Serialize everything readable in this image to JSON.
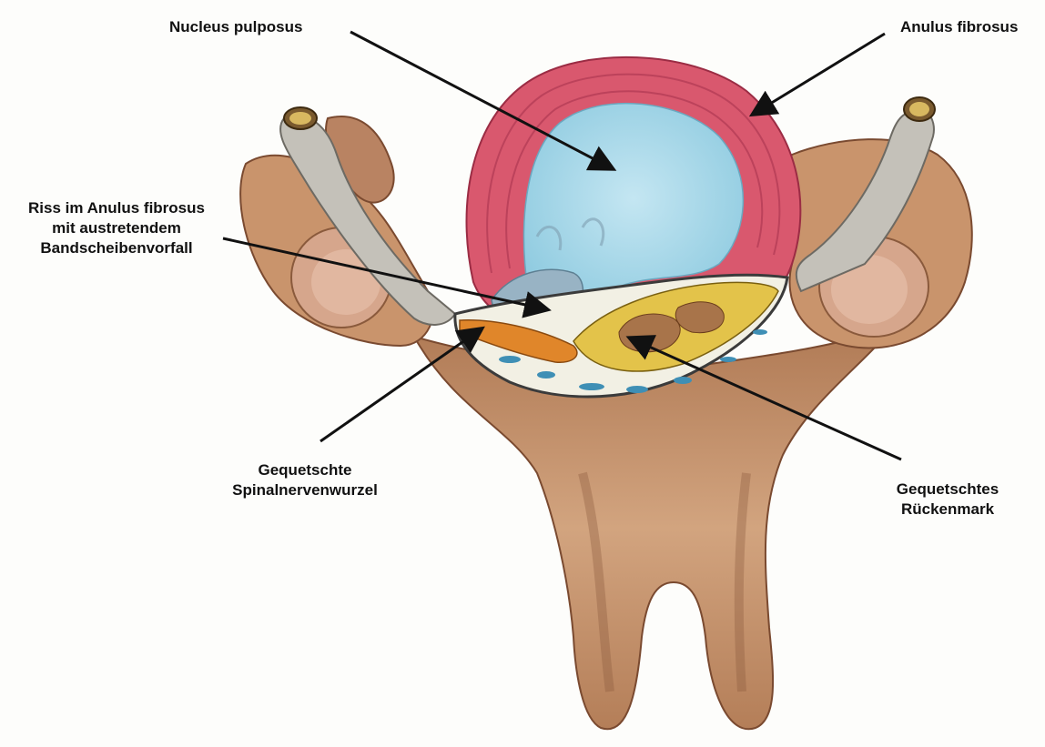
{
  "labels": {
    "nucleus_pulposus": "Nucleus pulposus",
    "anulus_fibrosus": "Anulus fibrosus",
    "riss": [
      "Riss im Anulus fibrosus",
      "mit austretendem",
      "Bandscheibenvorfall"
    ],
    "nervenwurzel": [
      "Gequetschte",
      "Spinalnervenwurzel"
    ],
    "rueckenmark": [
      "Gequetschtes",
      "Rückenmark"
    ]
  },
  "colors": {
    "bone": "#c99a76",
    "bone_shadow": "#8a5a3c",
    "anulus": "#d9586e",
    "nucleus": "#a9d9ea",
    "nerve": "#bdbab2",
    "spinal_cord": "#e3c34a",
    "root": "#e0862a",
    "vessels": "#3f8fb5"
  }
}
